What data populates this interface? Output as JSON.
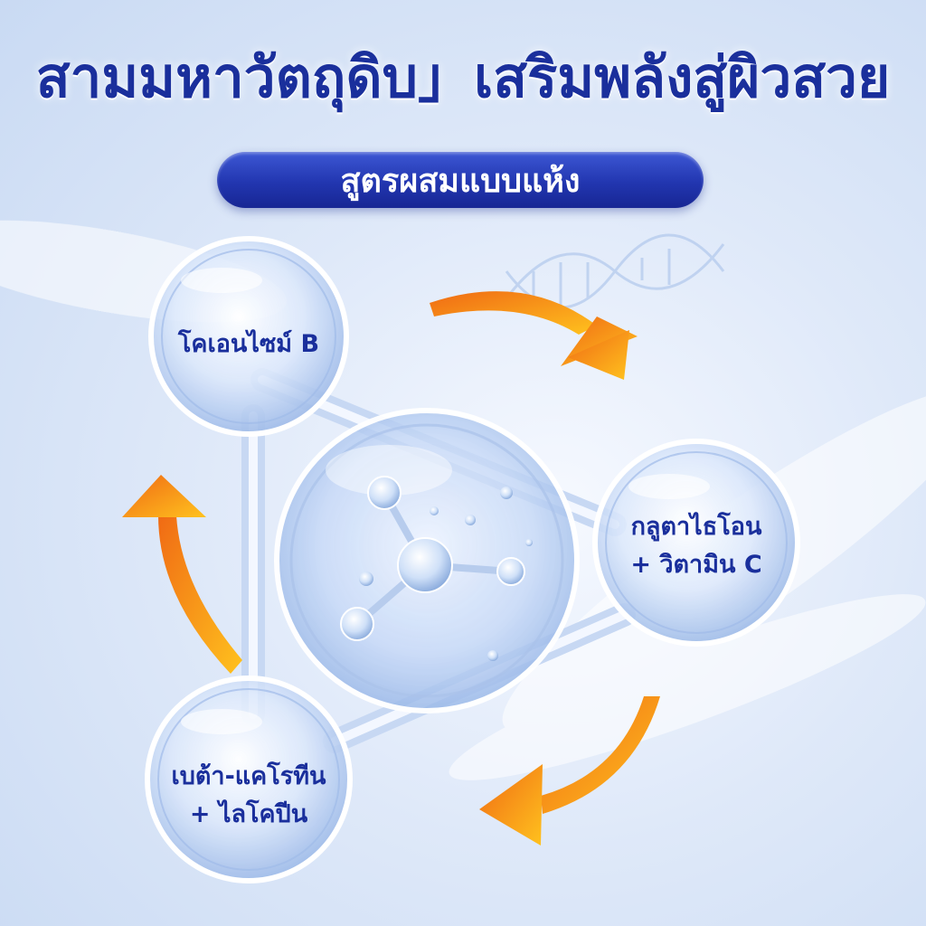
{
  "headline": "สามมหาวัตถุดิบ」เสริมพลังสู่ผิวสวย",
  "badge": "สูตรผสมแบบแห้ง",
  "ingredients": [
    {
      "line1": "โคเอนไซม์ B",
      "line2": ""
    },
    {
      "line1": "กลูตาไธโอน",
      "line2": "+ วิตามิน C"
    },
    {
      "line1": "เบต้า-แคโรทีน",
      "line2": "+ ไลโคปีน"
    }
  ],
  "colors": {
    "title": "#1a2f9c",
    "badge": "#2236b0",
    "arrow": "#f39a1e"
  }
}
